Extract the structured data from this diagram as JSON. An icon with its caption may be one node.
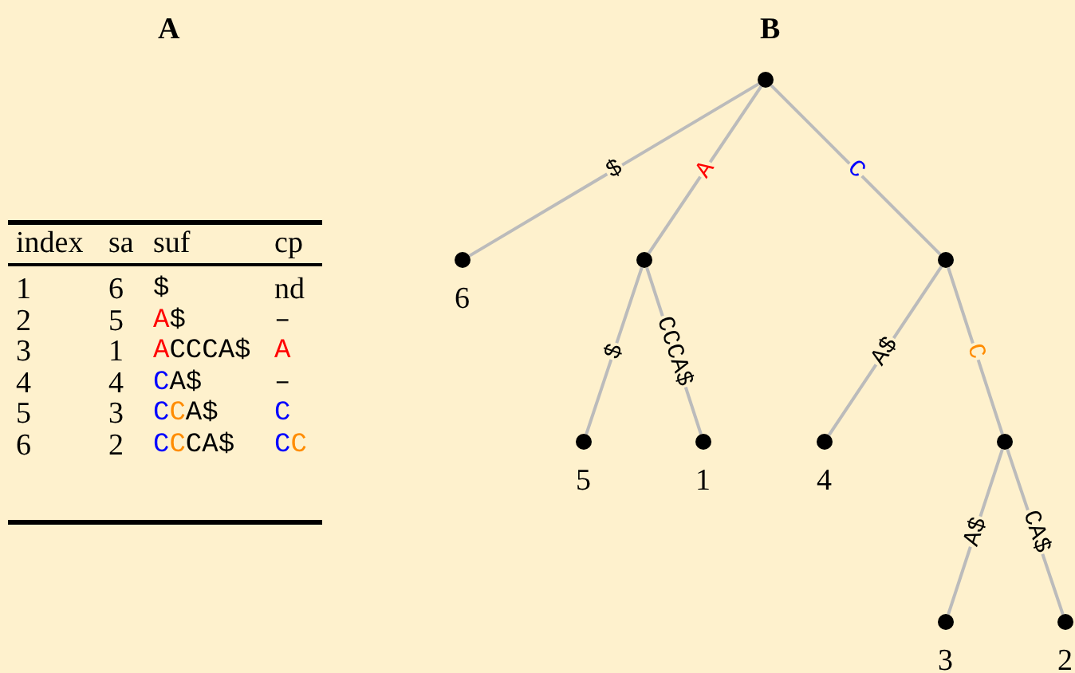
{
  "diagram": {
    "nodes": [
      {
        "text": [],
        "shape": "circle"
      },
      {
        "text": [],
        "shape": "circle",
        "beside": [
          "6"
        ]
      },
      {
        "text": [],
        "shape": "circle"
      },
      {
        "text": [],
        "shape": "circle"
      },
      {
        "text": [],
        "shape": "circle",
        "beside": [
          "5"
        ]
      },
      {
        "text": [],
        "shape": "circle",
        "beside": [
          "1"
        ]
      },
      {
        "text": [],
        "shape": "circle",
        "beside": [
          "4"
        ]
      },
      {
        "text": [],
        "shape": "circle"
      },
      {
        "text": [],
        "shape": "circle",
        "beside": [
          "3"
        ]
      },
      {
        "text": [],
        "shape": "circle",
        "beside": [
          "2"
        ]
      }
    ],
    "edges": [
      {
        "from": 0,
        "to": 1,
        "arrow": "none",
        "label": "$"
      },
      {
        "from": 0,
        "to": 2,
        "arrow": "none",
        "label": "A"
      },
      {
        "from": 0,
        "to": 3,
        "arrow": "none",
        "label": "C"
      },
      {
        "from": 2,
        "to": 4,
        "arrow": "none",
        "label": "$"
      },
      {
        "from": 2,
        "to": 5,
        "arrow": "none",
        "label": "CCCA$"
      },
      {
        "from": 3,
        "to": 6,
        "arrow": "none",
        "label": "A$"
      },
      {
        "from": 3,
        "to": 7,
        "arrow": "none",
        "label": "C"
      },
      {
        "from": 7,
        "to": 8,
        "arrow": "none",
        "label": "A$"
      },
      {
        "from": 7,
        "to": 9,
        "arrow": "none",
        "label": "CA$"
      }
    ],
    "labels": [
      "A",
      "B",
      "index",
      "sa",
      "suf",
      "cp",
      "1",
      "6",
      "$",
      "nd",
      "2",
      "5",
      "A$",
      "–",
      "3",
      "1",
      "ACCCA$",
      "A",
      "4",
      "4",
      "CA$",
      "–",
      "5",
      "3",
      "CCA$",
      "C",
      "6",
      "2",
      "CCCA$",
      "CC"
    ]
  }
}
